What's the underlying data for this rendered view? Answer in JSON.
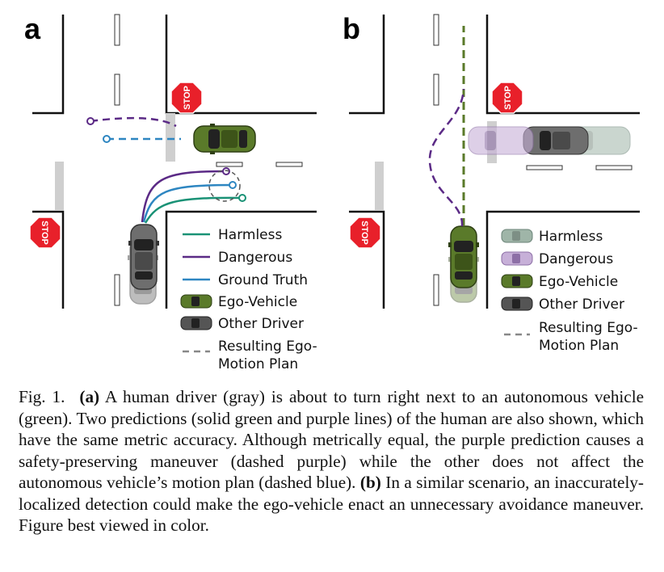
{
  "panels": {
    "a": {
      "label": "a"
    },
    "b": {
      "label": "b"
    }
  },
  "stop_sign": {
    "text": "STOP"
  },
  "legend_a": [
    {
      "label": "Harmless",
      "color": "#1a9276",
      "kind": "line"
    },
    {
      "label": "Dangerous",
      "color": "#5b2a86",
      "kind": "line"
    },
    {
      "label": "Ground Truth",
      "color": "#2e86c1",
      "kind": "line"
    },
    {
      "label": "Ego-Vehicle",
      "color": "#5a7a2a",
      "kind": "car"
    },
    {
      "label": "Other Driver",
      "color": "#555555",
      "kind": "car"
    },
    {
      "label": "Resulting Ego-",
      "label2": "Motion Plan",
      "color": "#888888",
      "kind": "dash"
    }
  ],
  "legend_b": [
    {
      "label": "Harmless",
      "color": "#9fb5a8",
      "kind": "car"
    },
    {
      "label": "Dangerous",
      "color": "#c7b0d8",
      "kind": "car"
    },
    {
      "label": "Ego-Vehicle",
      "color": "#5a7a2a",
      "kind": "car"
    },
    {
      "label": "Other Driver",
      "color": "#555555",
      "kind": "car"
    },
    {
      "label": "Resulting Ego-",
      "label2": "Motion Plan",
      "color": "#888888",
      "kind": "dash"
    }
  ],
  "caption": {
    "prefix": "Fig. 1.",
    "a_marker": "(a)",
    "a_text": " A human driver (gray) is about to turn right next to an autonomous vehicle (green). Two predictions (solid green and purple lines) of the human are also shown, which have the same metric accuracy. Although metrically equal, the purple prediction causes a safety-preserving maneuver (dashed purple) while the other does not affect the autonomous vehicle’s motion plan (dashed blue). ",
    "b_marker": "(b)",
    "b_text": " In a similar scenario, an inaccurately-localized detection could make the ego-vehicle enact an unnecessary avoidance maneuver. Figure best viewed in color."
  }
}
